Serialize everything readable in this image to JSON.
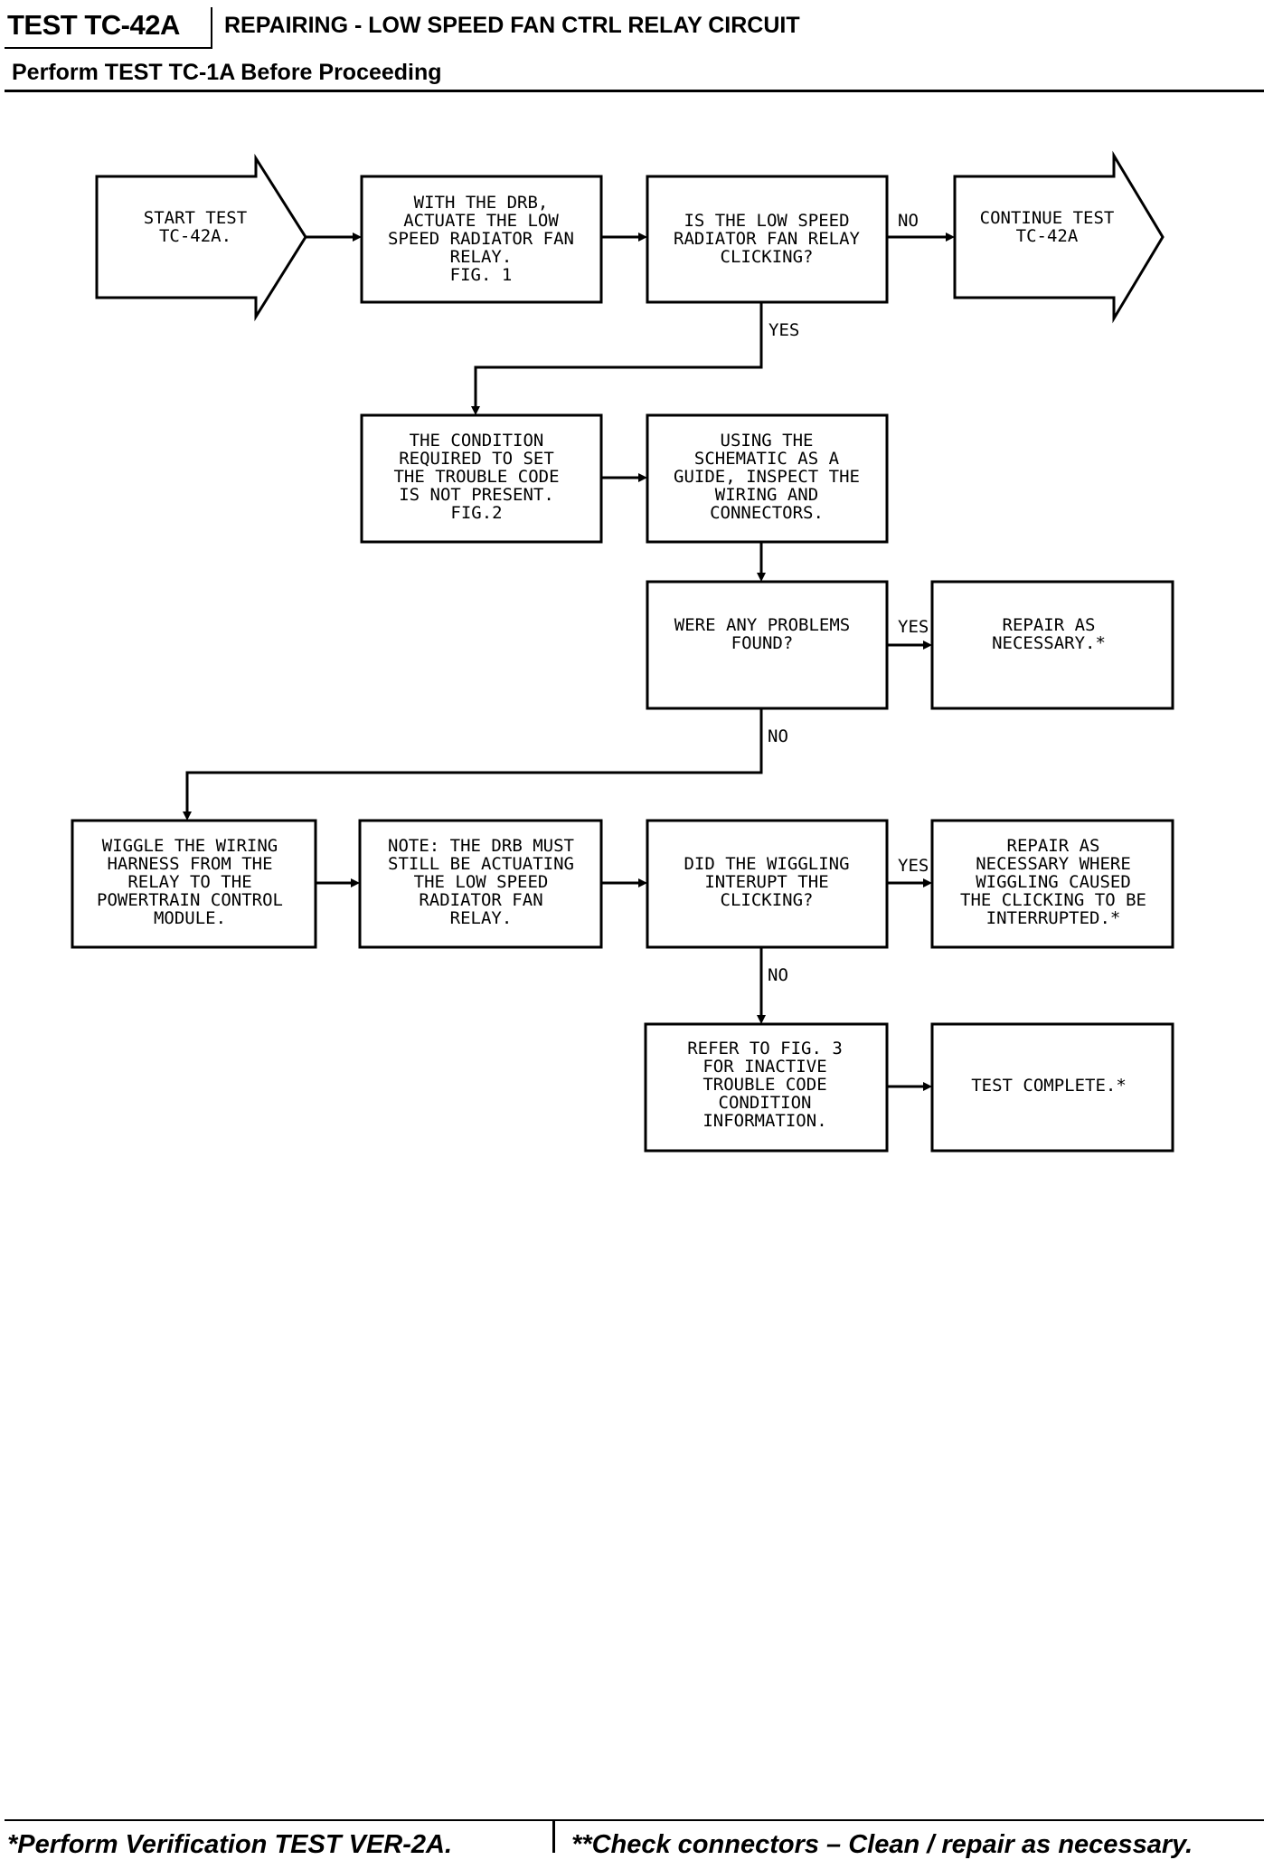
{
  "header": {
    "test_id": "TEST TC-42A",
    "title": "REPAIRING - LOW SPEED FAN CTRL RELAY CIRCUIT",
    "subtitle": "Perform TEST TC-1A Before Proceeding"
  },
  "flow": {
    "start": [
      "START TEST",
      "TC-42A."
    ],
    "actuate": [
      "WITH THE DRB,",
      "ACTUATE THE LOW",
      "SPEED RADIATOR FAN",
      "RELAY.",
      "FIG. 1"
    ],
    "clicking_q": [
      "IS THE LOW SPEED",
      "RADIATOR FAN RELAY",
      "CLICKING?"
    ],
    "continue": [
      "CONTINUE TEST",
      "TC-42A"
    ],
    "condition": [
      "THE CONDITION",
      "REQUIRED TO SET",
      "THE TROUBLE CODE",
      "IS NOT PRESENT.",
      "FIG.2"
    ],
    "inspect": [
      "USING THE",
      "SCHEMATIC AS A",
      "GUIDE, INSPECT THE",
      "WIRING AND",
      "CONNECTORS."
    ],
    "problems_q": [
      "WERE ANY PROBLEMS",
      "FOUND?"
    ],
    "repair1": [
      "REPAIR AS",
      "NECESSARY.*"
    ],
    "wiggle": [
      "WIGGLE THE WIRING",
      "HARNESS FROM THE",
      "RELAY TO THE",
      "POWERTRAIN CONTROL",
      "MODULE."
    ],
    "note": [
      "NOTE: THE DRB MUST",
      "STILL BE ACTUATING",
      "THE LOW SPEED",
      "RADIATOR FAN",
      "RELAY."
    ],
    "wiggle_q": [
      "DID THE WIGGLING",
      "INTERUPT THE",
      "CLICKING?"
    ],
    "repair2": [
      "REPAIR AS",
      "NECESSARY WHERE",
      "WIGGLING CAUSED",
      "THE CLICKING TO BE",
      "INTERRUPTED.*"
    ],
    "refer": [
      "REFER TO FIG. 3",
      "FOR INACTIVE",
      "TROUBLE CODE",
      "CONDITION",
      "INFORMATION."
    ],
    "complete": [
      "TEST COMPLETE.*"
    ]
  },
  "labels": {
    "no1": "NO",
    "yes1": "YES",
    "yes2": "YES",
    "no2": "NO",
    "yes3": "YES",
    "no3": "NO"
  },
  "footer": {
    "left": "*Perform Verification TEST VER-2A.",
    "right": "**Check connectors – Clean / repair as necessary."
  }
}
